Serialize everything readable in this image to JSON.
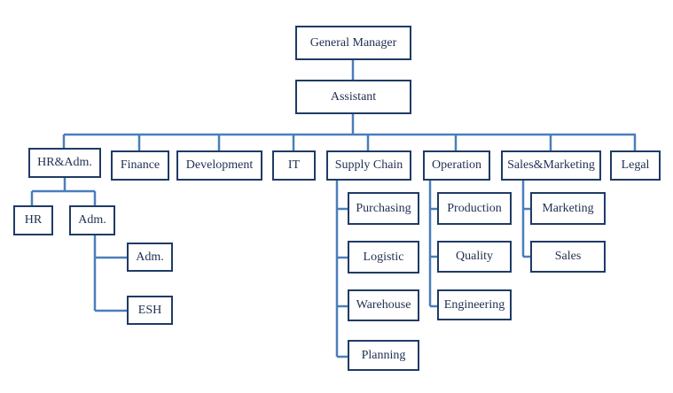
{
  "colors": {
    "box_border": "#1f3b66",
    "connector": "#4a7ebb",
    "text": "#1f2f50"
  },
  "top": {
    "general_manager": "General Manager",
    "assistant": "Assistant"
  },
  "departments": {
    "hr_adm": "HR&Adm.",
    "finance": "Finance",
    "development": "Development",
    "it": "IT",
    "supply_chain": "Supply Chain",
    "operation": "Operation",
    "sales_marketing": "Sales&Marketing",
    "legal": "Legal"
  },
  "hr_adm_children": {
    "hr": "HR",
    "adm": "Adm.",
    "adm_sub": "Adm.",
    "esh": "ESH"
  },
  "supply_chain_children": [
    "Purchasing",
    "Logistic",
    "Warehouse",
    "Planning"
  ],
  "operation_children": [
    "Production",
    "Quality",
    "Engineering"
  ],
  "sales_children": [
    "Marketing",
    "Sales"
  ]
}
